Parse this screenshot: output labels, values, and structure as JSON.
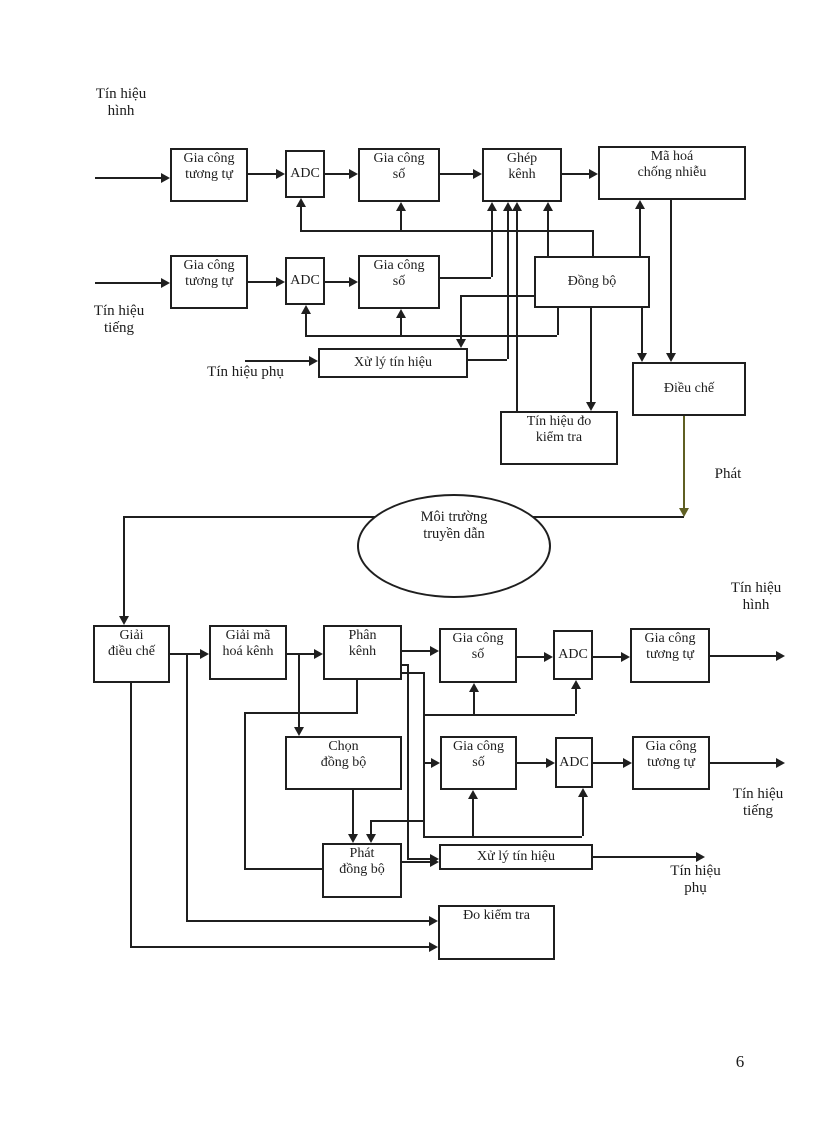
{
  "page_number": "6",
  "colors": {
    "line": "#1f1f1f",
    "transmit_line": "#5f5f23",
    "background": "#ffffff"
  },
  "transmitter": {
    "input_video_label": "Tín hiệu\nhình",
    "input_audio_label": "Tín hiệu\ntiếng",
    "input_aux_label": "Tín hiệu phụ",
    "transmit_label": "Phát",
    "blocks": {
      "analog_processing_video": "Gia công\ntương tự",
      "adc_video": "ADC",
      "digital_processing_video": "Gia công\nsố",
      "multiplexer": "Ghép\nkênh",
      "error_protection_coding": "Mã hoá\nchống nhiễu",
      "analog_processing_audio": "Gia công\ntương tự",
      "adc_audio": "ADC",
      "digital_processing_audio": "Gia công\nsố",
      "sync": "Đồng bộ",
      "signal_processing": "Xử lý tín hiệu",
      "modulation": "Điều chế",
      "test_signal": "Tín hiệu đo\nkiểm tra"
    }
  },
  "channel": {
    "medium": "Môi trường\ntruyền dẫn"
  },
  "receiver": {
    "output_video_label": "Tín hiệu\nhình",
    "output_audio_label": "Tín hiệu\ntiếng",
    "output_aux_label": "Tín hiệu\nphụ",
    "blocks": {
      "demodulation": "Giải\nđiều chế",
      "channel_decoding": "Giải mã\nhoá kênh",
      "demultiplexer": "Phân\nkênh",
      "digital_processing_video": "Gia công\nsố",
      "adc_video": "ADC",
      "analog_processing_video": "Gia công\ntương tự",
      "sync_select": "Chọn\nđồng bộ",
      "digital_processing_audio": "Gia công\nsố",
      "adc_audio": "ADC",
      "analog_processing_audio": "Gia công\ntương tự",
      "sync_generator": "Phát\nđồng bộ",
      "signal_processing": "Xử lý tín hiệu",
      "test_measure": "Đo kiểm tra"
    }
  }
}
